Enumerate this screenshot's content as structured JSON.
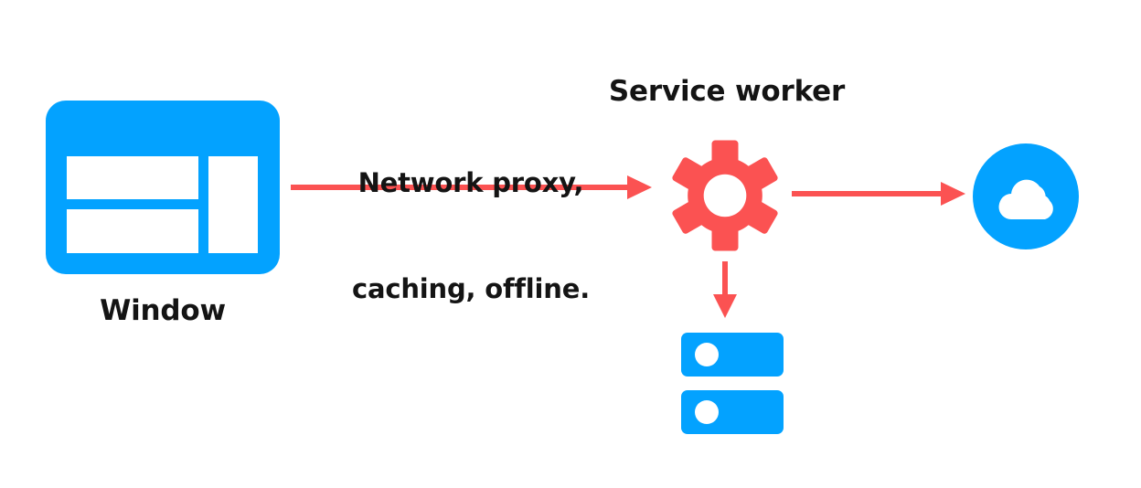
{
  "diagram": {
    "title": "Service worker network proxy diagram",
    "colors": {
      "blue": "#03a2ff",
      "red": "#fb5252",
      "text": "#141414",
      "background": "#ffffff"
    },
    "nodes": {
      "window": {
        "label": "Window",
        "icon": "browser-window-icon"
      },
      "service_worker": {
        "label": "Service worker",
        "icon": "gear-icon"
      },
      "network": {
        "label": "",
        "icon": "cloud-icon"
      },
      "cache": {
        "label": "",
        "icon": "storage-icon"
      }
    },
    "edges": {
      "window_to_service_worker": {
        "caption_line_1": "Network proxy,",
        "caption_line_2": "caching, offline.",
        "direction": "right"
      },
      "service_worker_to_network": {
        "direction": "right"
      },
      "service_worker_to_cache": {
        "direction": "down"
      }
    }
  }
}
